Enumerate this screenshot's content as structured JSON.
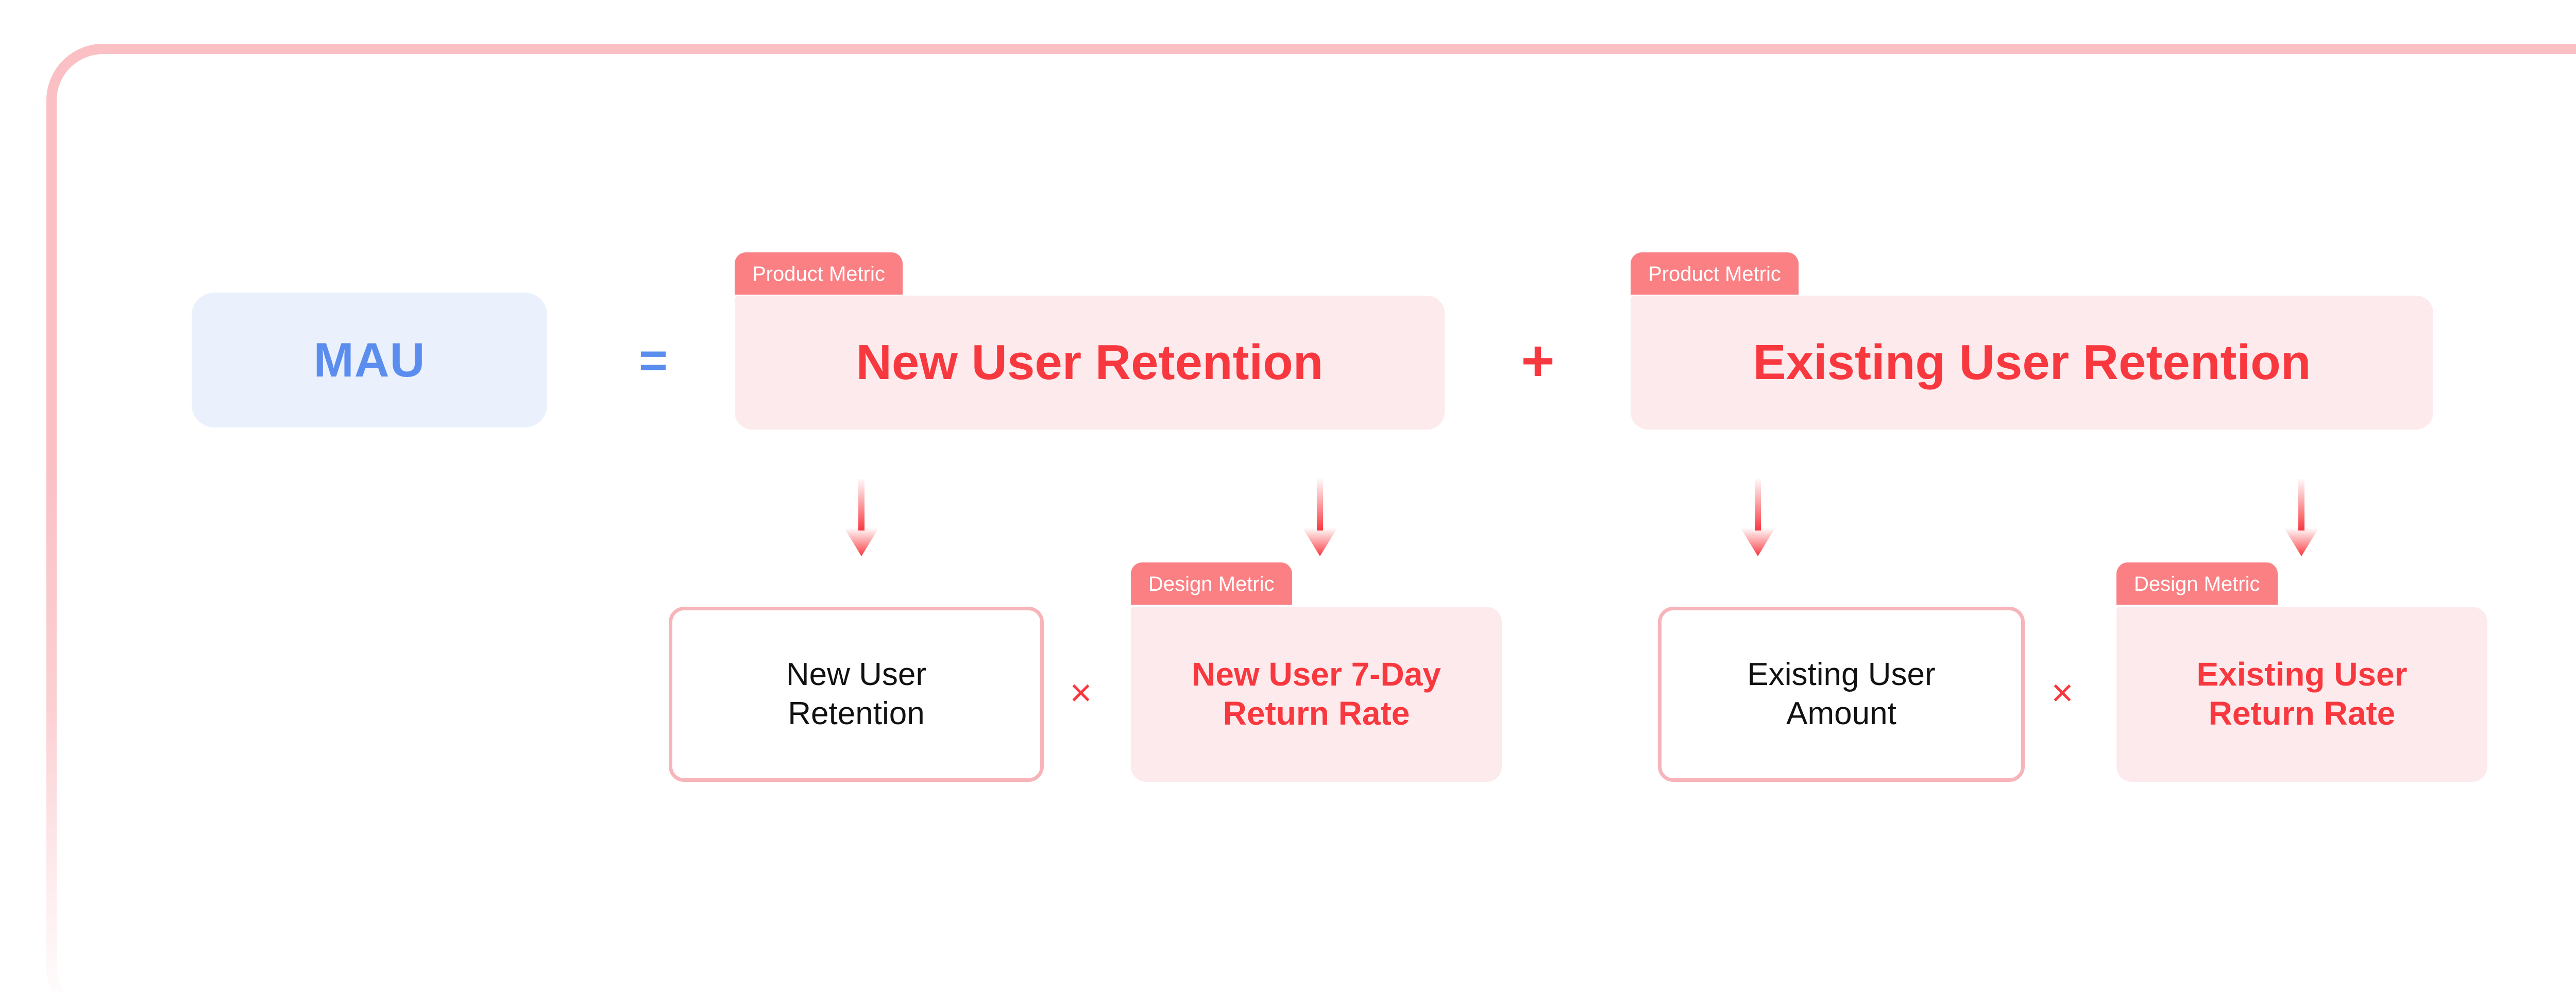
{
  "card": {
    "border_color": "#FAC0C4"
  },
  "theme": {
    "blue_accent": "#5B8DEF",
    "blue_fill": "#EAF1FD",
    "red_accent": "#F8383F",
    "pink_fill": "#FDEAEC",
    "badge_fill": "#FA8084",
    "outline_border": "#F7B4B9",
    "text_dark": "#111111"
  },
  "formula": {
    "root": {
      "label": "MAU"
    },
    "operators": {
      "equals": "=",
      "plus": "+",
      "times": "×"
    },
    "product_metrics": [
      {
        "badge": "Product Metric",
        "label": "New User Retention"
      },
      {
        "badge": "Product Metric",
        "label": "Existing User Retention"
      }
    ],
    "drivers": [
      {
        "label": "New User\nRetention",
        "line1": "New User",
        "line2": "Retention",
        "style": "outlined"
      },
      {
        "badge": "Design Metric",
        "line1": "New User 7-Day",
        "line2": "Return Rate",
        "style": "filled"
      },
      {
        "line1": "Existing User",
        "line2": "Amount",
        "style": "outlined"
      },
      {
        "badge": "Design Metric",
        "line1": "Existing User",
        "line2": "Return Rate",
        "style": "filled"
      }
    ],
    "arrows": {
      "count": 4,
      "direction": "down",
      "color_top": "#F8383F",
      "color_bottom": "#F8383F"
    }
  }
}
